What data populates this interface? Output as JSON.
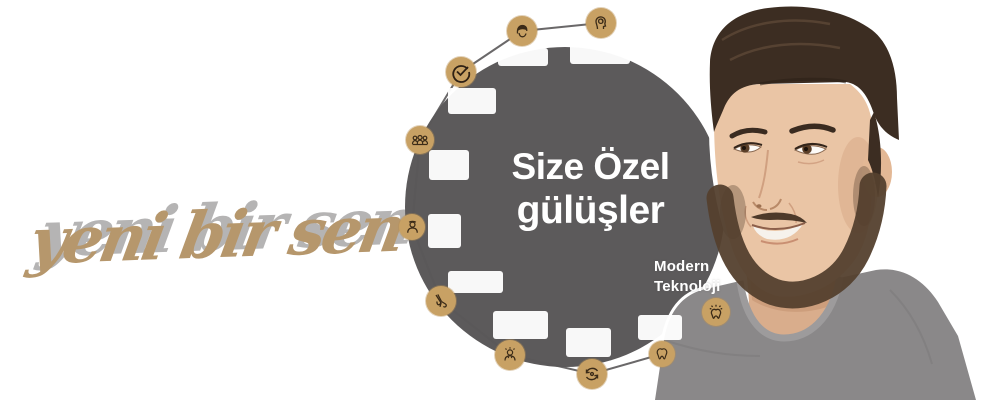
{
  "tagline": {
    "script_text": "yeni bir sen",
    "color": "#b6976c",
    "shadow_color": "#a8a7a7"
  },
  "circle": {
    "background": "#5c5a5b",
    "heading_line1": "Size Özel",
    "heading_line2": "gülüşler",
    "text_color": "#ffffff"
  },
  "ring": {
    "icon_background": "#c8a164",
    "glyph_color": "#3b2b18",
    "items": [
      {
        "name": "hair-icon"
      },
      {
        "name": "head-profile-icon"
      },
      {
        "name": "check-circle-icon"
      },
      {
        "name": "team-icon"
      },
      {
        "name": "patient-icon"
      },
      {
        "name": "forceps-icon"
      },
      {
        "name": "doctor-icon"
      },
      {
        "name": "renewal-icon"
      },
      {
        "name": "tooth-icon"
      },
      {
        "name": "shining-tooth-icon",
        "label_line1": "Modern",
        "label_line2": "Teknoloji"
      }
    ]
  },
  "photo": {
    "alt": "Smiling young man with styled dark hair, short beard and gray t-shirt"
  }
}
